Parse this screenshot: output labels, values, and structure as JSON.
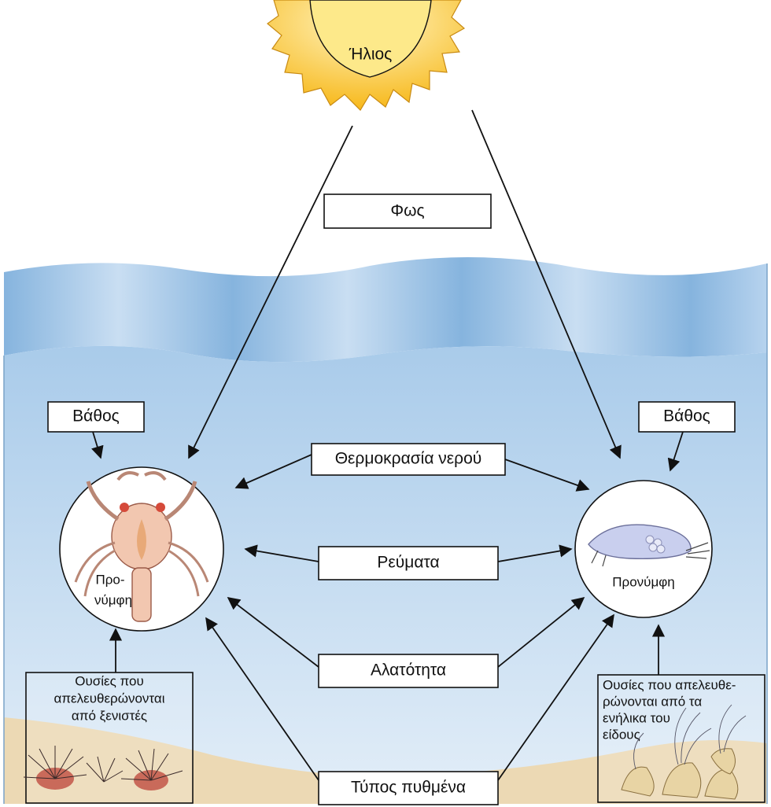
{
  "sun": {
    "label": "Ήλιος"
  },
  "factors": {
    "light": "Φως",
    "depth_left": "Βάθος",
    "depth_right": "Βάθος",
    "water_temperature": "Θερμοκρασία νερού",
    "currents": "Ρεύματα",
    "salinity": "Αλατότητα",
    "bottom_type": "Τύπος πυθμένα"
  },
  "left_larva": {
    "label_line1": "Προ-",
    "label_line2": "νύμφη"
  },
  "right_larva": {
    "label": "Προνύμφη"
  },
  "left_box": {
    "line1": "Ουσίες που",
    "line2": "απελευθερώνονται",
    "line3": "από ξενιστές"
  },
  "right_box": {
    "line1": "Ουσίες που απελευθε-",
    "line2": "ρώνονται από τα",
    "line3": "ενήλικα του",
    "line4": "είδους"
  },
  "colors": {
    "sun_fill": "#f9c21a",
    "sun_core": "#fde98a",
    "water_top": "#9cc3e6",
    "water_deep": "#d8e7f4",
    "sand": "#ecd9b4"
  }
}
